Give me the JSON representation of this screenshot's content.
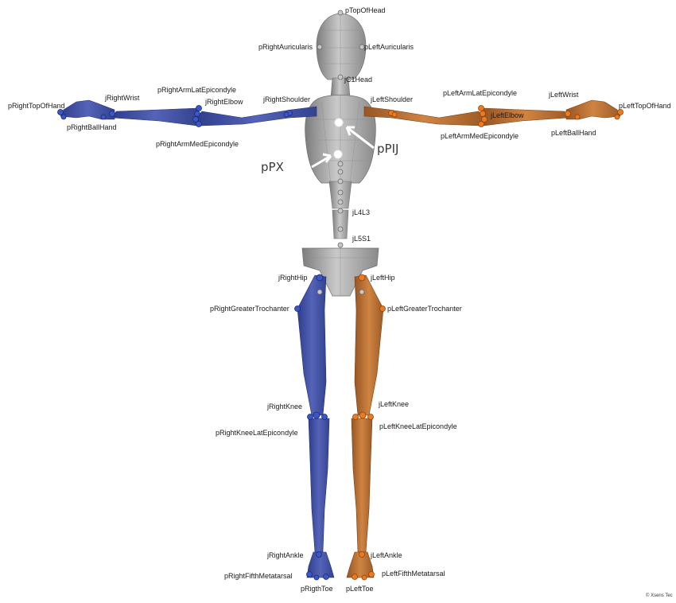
{
  "colors": {
    "right": "#3f4fa6",
    "right_dark": "#2d3a86",
    "right_marker": "#3a56c8",
    "left": "#b36b2e",
    "left_dark": "#8e5020",
    "left_marker": "#ee7a1e",
    "center": "#9a9a9a",
    "center_dark": "#6f6f6f",
    "center_marker": "#c4c4c4",
    "callout": "#ffffff"
  },
  "labels": {
    "top_of_head": "pTopOfHead",
    "right_auricularis": "pRightAuricularis",
    "left_auricularis": "pLeftAuricularis",
    "c1_head": "jC1Head",
    "right_shoulder": "jRightShoulder",
    "left_shoulder": "jLeftShoulder",
    "right_arm_lat": "pRightArmLatEpicondyle",
    "right_elbow": "jRightElbow",
    "right_arm_med": "pRightArmMedEpicondyle",
    "right_wrist": "jRightWrist",
    "right_top_of_hand": "pRightTopOfHand",
    "right_ball_hand": "pRightBallHand",
    "left_arm_lat": "pLeftArmLatEpicondyle",
    "left_elbow": "jLeftElbow",
    "left_arm_med": "pLeftArmMedEpicondyle",
    "left_wrist": "jLeftWrist",
    "left_top_of_hand": "pLeftTopOfHand",
    "left_ball_hand": "pLeftBallHand",
    "pij": "pPIJ",
    "px": "pPX",
    "l4l3": "jL4L3",
    "l5s1": "jL5S1",
    "right_hip": "jRightHip",
    "left_hip": "jLeftHip",
    "right_greater_trochanter": "pRightGreaterTrochanter",
    "left_greater_trochanter": "pLeftGreaterTrochanter",
    "right_knee": "jRightKnee",
    "left_knee": "jLeftKnee",
    "right_knee_lat": "pRightKneeLatEpicondyle",
    "left_knee_lat": "pLeftKneeLatEpicondyle",
    "right_ankle": "jRightAnkle",
    "left_ankle": "jLeftAnkle",
    "right_fifth_metatarsal": "pRightFifthMetatarsal",
    "left_fifth_metatarsal": "pLeftFifthMetatarsal",
    "right_toe": "pRigthToe",
    "left_toe": "pLeftToe",
    "copyright": "© Xsens Tec"
  }
}
